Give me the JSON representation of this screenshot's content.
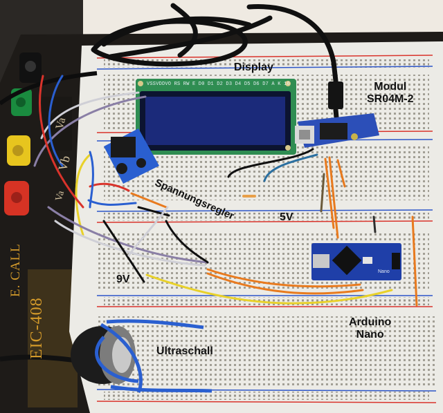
{
  "labels": {
    "display": "Display",
    "modul_line1": "Modul",
    "modul_line2": "SR04M-2",
    "spannungsregler": "Spannungsregler",
    "five_v": "5V",
    "nine_v": "9V",
    "arduino_line1": "Arduino",
    "arduino_line2": "Nano",
    "ultraschall": "Ultraschall"
  },
  "board_print": {
    "vb": "Vb",
    "va": "Va",
    "va2": "Va",
    "brand": "E. CALL",
    "model": "EIC-408",
    "lcd_pins": "VSSVDDVO RS RW E D0 D1 D2 D3 D4 D5 D6 D7 A K",
    "lcd_pin_count": "16",
    "nano": "Nano"
  },
  "colors": {
    "base_board": "#1e1b18",
    "breadboard": "#ecebe6",
    "rail_red": "#d9332b",
    "rail_blue": "#2c55c8",
    "lcd_pcb": "#2f8d52",
    "lcd_screen": "#1b2a7a",
    "arduino_pcb": "#1f3fa8",
    "sensor_module": "#2c4fb8",
    "wire_orange": "#e87a1e",
    "wire_yellow": "#e8d12a",
    "wire_blue": "#2a5fd0",
    "wire_black": "#141414",
    "wire_white": "#cfcfd6"
  }
}
